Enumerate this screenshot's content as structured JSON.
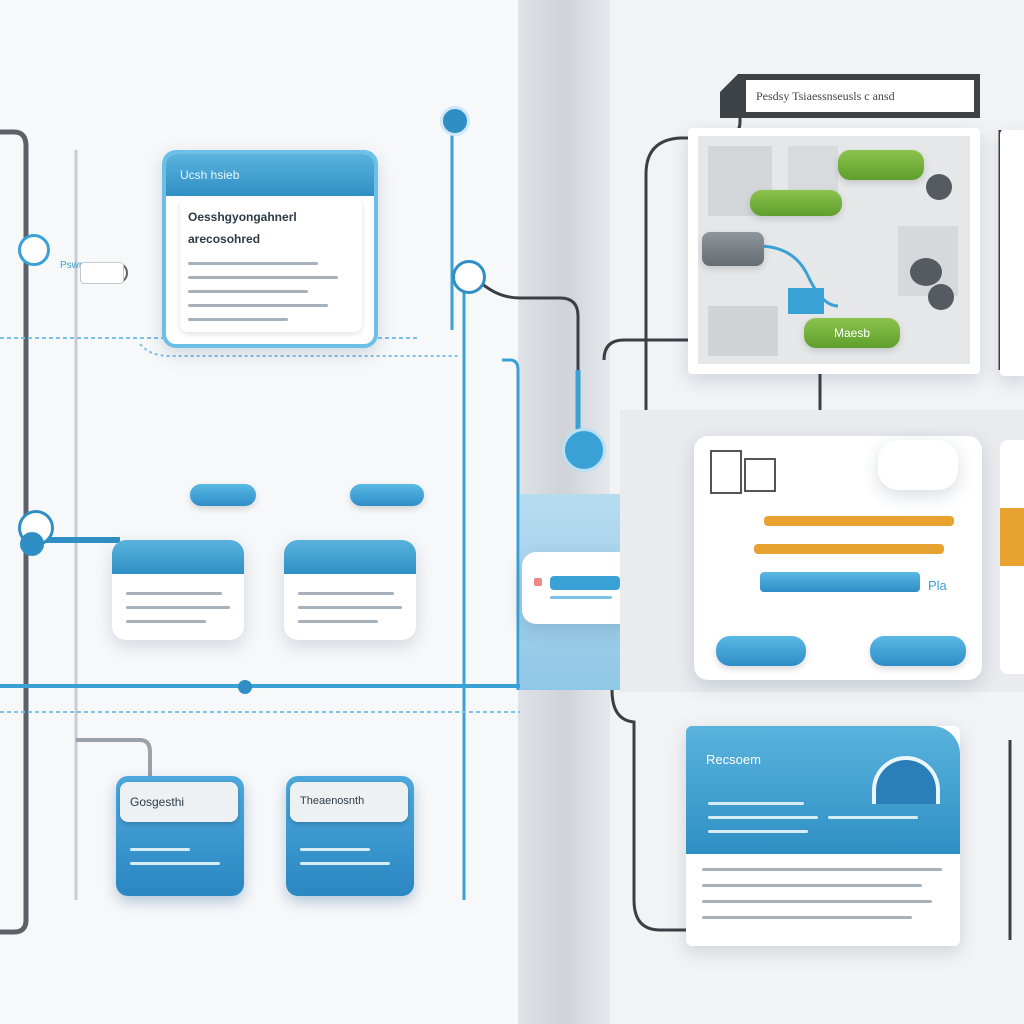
{
  "left_panel": {
    "top_card": {
      "header": "Ucsh hsieb",
      "title_1": "Oesshgyongahnerl",
      "title_2": "arecosohred"
    },
    "small_label": "Pswre",
    "mid_card_left": {
      "tab": "",
      "header": ""
    },
    "mid_card_right": {
      "tab": "",
      "header": ""
    },
    "bottom_card_left": {
      "label": "Gosgesthi"
    },
    "bottom_card_right": {
      "label": "Theaenosnth"
    }
  },
  "right_panel": {
    "banner": "Pesdsy Tsiaessnseusls c ansd",
    "map": {
      "pill_1": "",
      "pill_2": "",
      "pill_3": "",
      "pill_4": "Maesb"
    },
    "chart_card": {
      "side_label": "Pla"
    },
    "info_card": {
      "header": "Recsoem"
    }
  },
  "colors": {
    "accent_blue": "#2f8fc4",
    "green": "#6aa832",
    "orange": "#e8a22f",
    "dark_line": "#3a3f45"
  }
}
